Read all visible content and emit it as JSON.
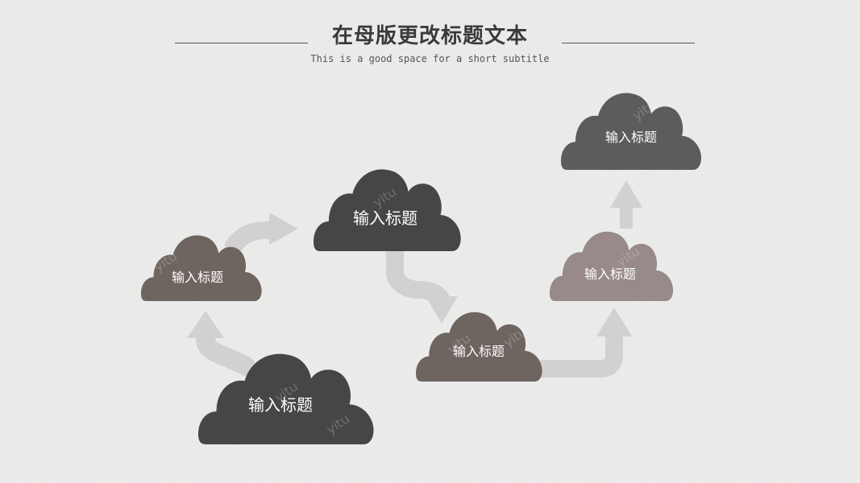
{
  "header": {
    "title": "在母版更改标题文本",
    "subtitle": "This is a good space for a short subtitle"
  },
  "clouds": [
    {
      "id": "cloud-1",
      "label": "输入标题",
      "color": "#474545"
    },
    {
      "id": "cloud-2",
      "label": "输入标题",
      "color": "#6f6560"
    },
    {
      "id": "cloud-3",
      "label": "输入标题",
      "color": "#474545"
    },
    {
      "id": "cloud-4",
      "label": "输入标题",
      "color": "#6f6560"
    },
    {
      "id": "cloud-5",
      "label": "输入标题",
      "color": "#978a89"
    },
    {
      "id": "cloud-6",
      "label": "输入标题",
      "color": "#5d5c5b"
    }
  ],
  "connector_color": "#d2d1d0",
  "watermark_text": "yitu"
}
